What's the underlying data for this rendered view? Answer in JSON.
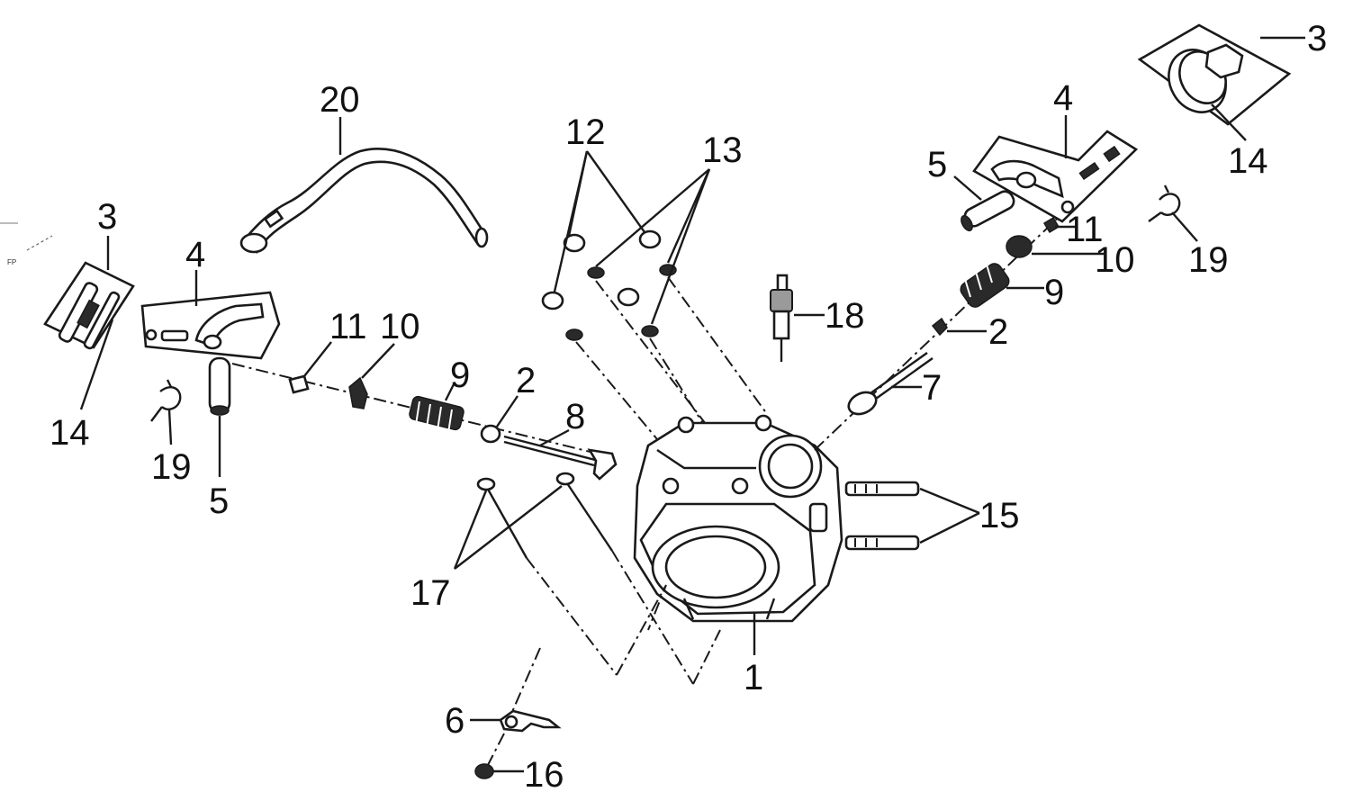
{
  "diagram": {
    "labels": [
      {
        "id": "l20a",
        "text": "20"
      },
      {
        "id": "l12",
        "text": "12"
      },
      {
        "id": "l13",
        "text": "13"
      },
      {
        "id": "l3L",
        "text": "3"
      },
      {
        "id": "l4L",
        "text": "4"
      },
      {
        "id": "l11L",
        "text": "11"
      },
      {
        "id": "l10L",
        "text": "10"
      },
      {
        "id": "l9L",
        "text": "9"
      },
      {
        "id": "l2L",
        "text": "2"
      },
      {
        "id": "l8",
        "text": "8"
      },
      {
        "id": "l14L",
        "text": "14"
      },
      {
        "id": "l19L",
        "text": "19"
      },
      {
        "id": "l5L",
        "text": "5"
      },
      {
        "id": "l17",
        "text": "17"
      },
      {
        "id": "l6",
        "text": "6"
      },
      {
        "id": "l16",
        "text": "16"
      },
      {
        "id": "l1",
        "text": "1"
      },
      {
        "id": "l15",
        "text": "15"
      },
      {
        "id": "l18",
        "text": "18"
      },
      {
        "id": "l7",
        "text": "7"
      },
      {
        "id": "l2R",
        "text": "2"
      },
      {
        "id": "l9R",
        "text": "9"
      },
      {
        "id": "l10R",
        "text": "10"
      },
      {
        "id": "l11R",
        "text": "11"
      },
      {
        "id": "l5R",
        "text": "5"
      },
      {
        "id": "l4R",
        "text": "4"
      },
      {
        "id": "l3R",
        "text": "3"
      },
      {
        "id": "l14R",
        "text": "14"
      },
      {
        "id": "l19R",
        "text": "19"
      }
    ],
    "edge_mark": "FP"
  }
}
